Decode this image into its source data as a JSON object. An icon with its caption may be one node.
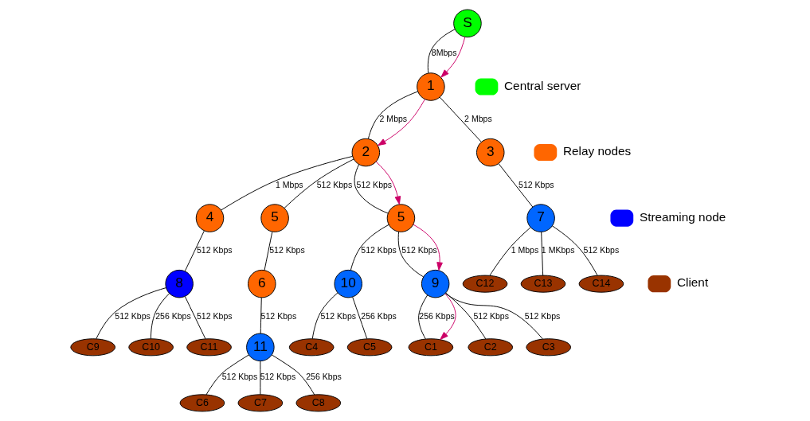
{
  "diagram": {
    "nodes": [
      {
        "text": [
          "S"
        ]
      },
      {
        "text": [
          "1"
        ]
      },
      {
        "text": [
          "2"
        ]
      },
      {
        "text": [
          "3"
        ]
      },
      {
        "text": [
          "4"
        ]
      },
      {
        "text": [
          "5"
        ]
      },
      {
        "text": [
          "7"
        ]
      },
      {
        "text": [
          "8"
        ]
      },
      {
        "text": [
          "5"
        ]
      },
      {
        "text": [
          "6"
        ]
      },
      {
        "text": [
          "C12"
        ]
      },
      {
        "text": [
          "C13"
        ]
      },
      {
        "text": [
          "C14"
        ]
      },
      {
        "text": [
          "10"
        ]
      },
      {
        "text": [
          "11"
        ]
      },
      {
        "text": [
          "C9"
        ]
      },
      {
        "text": [
          "C10"
        ]
      },
      {
        "text": [
          "C11"
        ]
      },
      {
        "text": [
          "9"
        ]
      },
      {
        "text": [
          "C4"
        ]
      },
      {
        "text": [
          "C5"
        ]
      },
      {
        "text": [
          "C6"
        ]
      },
      {
        "text": [
          "C7"
        ]
      },
      {
        "text": [
          "C8"
        ]
      },
      {
        "text": [
          "C1"
        ]
      },
      {
        "text": [
          "C2"
        ]
      },
      {
        "text": [
          "C3"
        ]
      }
    ],
    "edges": [
      {
        "from": 0,
        "to": 1,
        "arrow": "none",
        "label": "8Mbps"
      },
      {
        "from": 1,
        "to": 2,
        "arrow": "none",
        "label": "2 Mbps"
      },
      {
        "from": 1,
        "to": 3,
        "arrow": "none",
        "label": "2 Mbps"
      },
      {
        "from": 2,
        "to": 4,
        "arrow": "none",
        "label": "1 Mbps"
      },
      {
        "from": 2,
        "to": 8,
        "arrow": "none",
        "label": "512 Kbps"
      },
      {
        "from": 2,
        "to": 5,
        "arrow": "none",
        "label": "512 Kbps"
      },
      {
        "from": 3,
        "to": 6,
        "arrow": "none",
        "label": "512 Kbps"
      },
      {
        "from": 4,
        "to": 7,
        "arrow": "none",
        "label": "512 Kbps"
      },
      {
        "from": 5,
        "to": 9,
        "arrow": "none",
        "label": "512 Kbps"
      },
      {
        "from": 6,
        "to": 10,
        "arrow": "none",
        "label": "1 Mbps"
      },
      {
        "from": 6,
        "to": 11,
        "arrow": "none",
        "label": "1 MKbps"
      },
      {
        "from": 6,
        "to": 12,
        "arrow": "none",
        "label": "512 Kbps"
      },
      {
        "from": 7,
        "to": 15,
        "arrow": "none",
        "label": "512 Kbps"
      },
      {
        "from": 7,
        "to": 16,
        "arrow": "none",
        "label": "256 Kbps"
      },
      {
        "from": 7,
        "to": 17,
        "arrow": "none",
        "label": "512 Kbps"
      },
      {
        "from": 8,
        "to": 18,
        "arrow": "none",
        "label": "512 Kbps"
      },
      {
        "from": 8,
        "to": 13,
        "arrow": "none",
        "label": "512 Kbps"
      },
      {
        "from": 9,
        "to": 14,
        "arrow": "none",
        "label": "512 Kbps"
      },
      {
        "from": 18,
        "to": 24,
        "arrow": "none",
        "label": "256 Kbps"
      },
      {
        "from": 18,
        "to": 25,
        "arrow": "none",
        "label": "512 Kbps"
      },
      {
        "from": 18,
        "to": 26,
        "arrow": "none",
        "label": "512 Kbps"
      },
      {
        "from": 13,
        "to": 19,
        "arrow": "none",
        "label": "512 Kbps"
      },
      {
        "from": 13,
        "to": 20,
        "arrow": "none",
        "label": "256 Kbps"
      },
      {
        "from": 14,
        "to": 21,
        "arrow": "none",
        "label": "512 Kbps"
      },
      {
        "from": 14,
        "to": 22,
        "arrow": "none",
        "label": "512 Kbps"
      },
      {
        "from": 14,
        "to": 23,
        "arrow": "none",
        "label": "256 Kbps"
      },
      {
        "from": 0,
        "to": 1,
        "arrow": "to",
        "color": "#cc0066"
      },
      {
        "from": 1,
        "to": 2,
        "arrow": "to",
        "color": "#cc0066"
      },
      {
        "from": 2,
        "to": 8,
        "arrow": "to",
        "color": "#cc0066"
      },
      {
        "from": 8,
        "to": 18,
        "arrow": "to",
        "color": "#cc0066"
      },
      {
        "from": 18,
        "to": 24,
        "arrow": "to",
        "color": "#cc0066"
      }
    ],
    "legend": [
      {
        "text": "Central server",
        "color": "#00ff00"
      },
      {
        "text": "Relay nodes",
        "color": "#ff6600"
      },
      {
        "text": "Streaming node",
        "color": "#0000ff"
      },
      {
        "text": "Client",
        "color": "#993300"
      }
    ]
  }
}
